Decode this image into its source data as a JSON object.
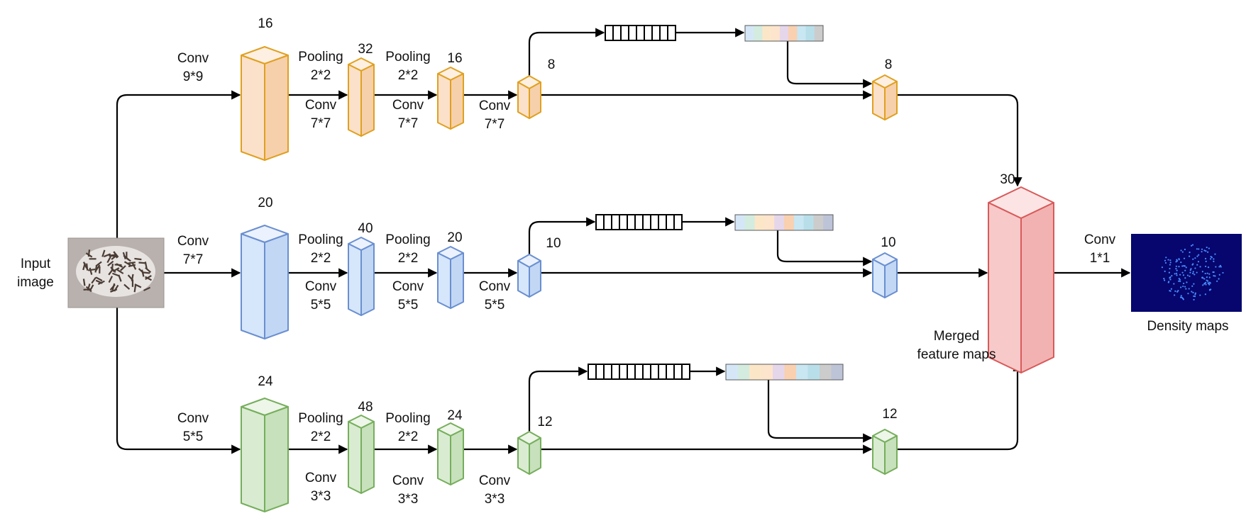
{
  "input": {
    "label_line1": "Input",
    "label_line2": "image"
  },
  "branches": [
    {
      "id": "top",
      "color": {
        "front": "#fbe1c9",
        "side": "#f6d0ab",
        "top": "#fdf0e2",
        "stroke": "#e0a020"
      },
      "first_conv": [
        "Conv",
        "9*9"
      ],
      "blocks": [
        "16",
        "32",
        "16",
        "8"
      ],
      "pool_labels": [
        [
          "Pooling",
          "2*2"
        ],
        [
          "Pooling",
          "2*2"
        ]
      ],
      "conv_labels": [
        [
          "Conv",
          "7*7"
        ],
        [
          "Conv",
          "7*7"
        ],
        [
          "Conv",
          "7*7"
        ]
      ],
      "end_block": "8",
      "seq_cells": 9
    },
    {
      "id": "middle",
      "color": {
        "front": "#d6e6fb",
        "side": "#c1d7f4",
        "top": "#ebf2fd",
        "stroke": "#6a8fd0"
      },
      "first_conv": [
        "Conv",
        "7*7"
      ],
      "blocks": [
        "20",
        "40",
        "20",
        "10"
      ],
      "pool_labels": [
        [
          "Pooling",
          "2*2"
        ],
        [
          "Pooling",
          "2*2"
        ]
      ],
      "conv_labels": [
        [
          "Conv",
          "5*5"
        ],
        [
          "Conv",
          "5*5"
        ],
        [
          "Conv",
          "5*5"
        ]
      ],
      "end_block": "10",
      "seq_cells": 11
    },
    {
      "id": "bottom",
      "color": {
        "front": "#d9ecd2",
        "side": "#c6e1bb",
        "top": "#edf6e9",
        "stroke": "#76ae5c"
      },
      "first_conv": [
        "Conv",
        "5*5"
      ],
      "blocks": [
        "24",
        "48",
        "24",
        "12"
      ],
      "pool_labels": [
        [
          "Pooling",
          "2*2"
        ],
        [
          "Pooling",
          "2*2"
        ]
      ],
      "conv_labels": [
        [
          "Conv",
          "3*3"
        ],
        [
          "Conv",
          "3*3"
        ],
        [
          "Conv",
          "3*3"
        ]
      ],
      "end_block": "12",
      "seq_cells": 13
    }
  ],
  "merged": {
    "count": "30",
    "label_line1": "Merged",
    "label_line2": "feature maps",
    "color": {
      "front": "#f8c9c9",
      "side": "#f2b2b2",
      "top": "#fce4e4",
      "stroke": "#d85a5a"
    }
  },
  "final_conv": [
    "Conv",
    "1*1"
  ],
  "output": {
    "label": "Density maps",
    "background": "#06066e",
    "dot_color": "#4a8dff"
  },
  "feature_strip_colors": [
    "#d5e7f7",
    "#d3ecdf",
    "#fbe7c8",
    "#fde4cc",
    "#e6d6ea",
    "#f9d0b0",
    "#c9e6f3",
    "#b8dfe9",
    "#cccccc",
    "#bdc4d8"
  ],
  "arrow_color": "#000000"
}
